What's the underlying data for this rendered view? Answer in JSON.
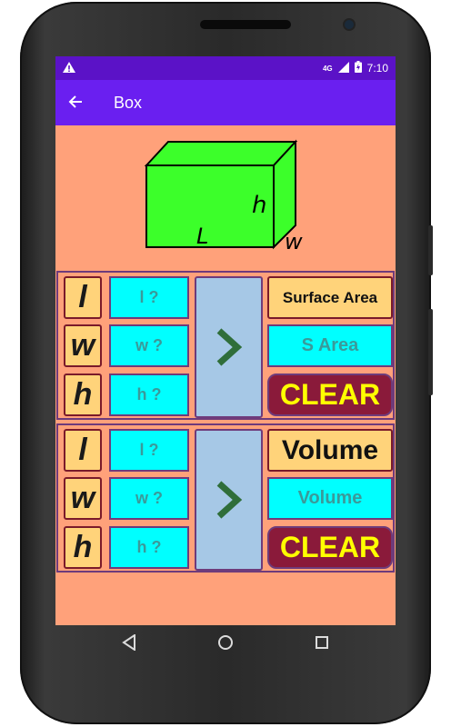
{
  "status_bar": {
    "warning_icon": "warning-icon",
    "network": "4G",
    "time": "7:10",
    "colors": {
      "bar": "#5b12c7"
    }
  },
  "app_bar": {
    "title": "Box",
    "back_icon": "arrow-back-icon",
    "color": "#6a1ff0"
  },
  "diagram": {
    "labels": {
      "length": "L",
      "height": "h",
      "width": "w"
    },
    "box_color": "#3cff2a"
  },
  "surface_area_panel": {
    "inputs": [
      {
        "letter": "l",
        "placeholder": "l ?"
      },
      {
        "letter": "w",
        "placeholder": "w ?"
      },
      {
        "letter": "h",
        "placeholder": "h ?"
      }
    ],
    "title_label": "Surface Area",
    "result_placeholder": "S Area",
    "clear_label": "CLEAR"
  },
  "volume_panel": {
    "inputs": [
      {
        "letter": "l",
        "placeholder": "l ?"
      },
      {
        "letter": "w",
        "placeholder": "w ?"
      },
      {
        "letter": "h",
        "placeholder": "h ?"
      }
    ],
    "title_label": "Volume",
    "result_placeholder": "Volume",
    "clear_label": "CLEAR"
  },
  "nav_bar": {
    "back_icon": "triangle-back-icon",
    "home_icon": "circle-home-icon",
    "recents_icon": "square-recents-icon"
  }
}
